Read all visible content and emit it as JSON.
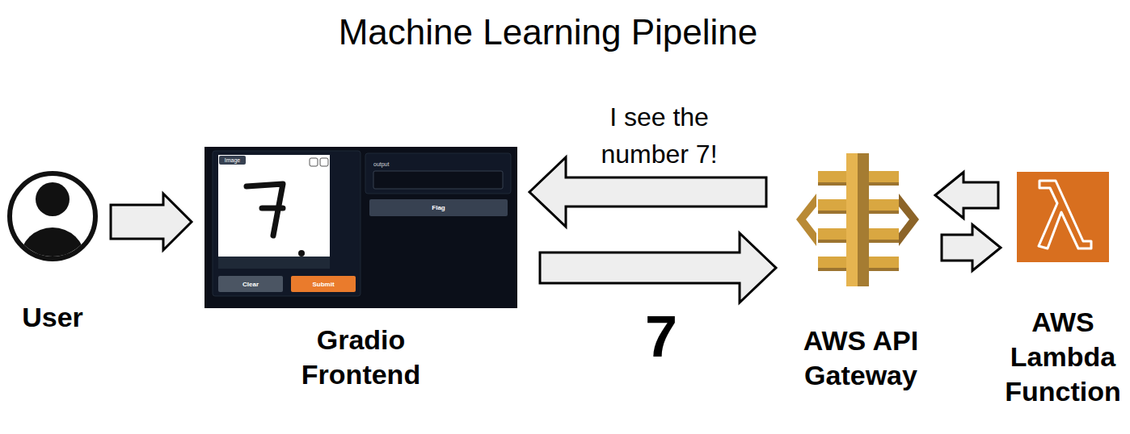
{
  "diagram": {
    "title": "Machine Learning Pipeline",
    "nodes": [
      {
        "text": [
          "User"
        ]
      },
      {
        "text": [
          "Gradio Frontend"
        ]
      },
      {
        "text": [
          "AWS API Gateway"
        ]
      },
      {
        "text": [
          "AWS Lambda Function"
        ]
      }
    ],
    "edges": [
      {
        "from": 0,
        "to": 1,
        "arrow": "to"
      },
      {
        "from": 2,
        "to": 1,
        "arrow": "to",
        "label": "I see the number 7!"
      },
      {
        "from": 1,
        "to": 2,
        "arrow": "to",
        "label": "7"
      },
      {
        "from": 3,
        "to": 2,
        "arrow": "to"
      },
      {
        "from": 2,
        "to": 3,
        "arrow": "to"
      }
    ],
    "labels": [
      "Image",
      "output",
      "Flag",
      "Clear",
      "Submit"
    ]
  }
}
